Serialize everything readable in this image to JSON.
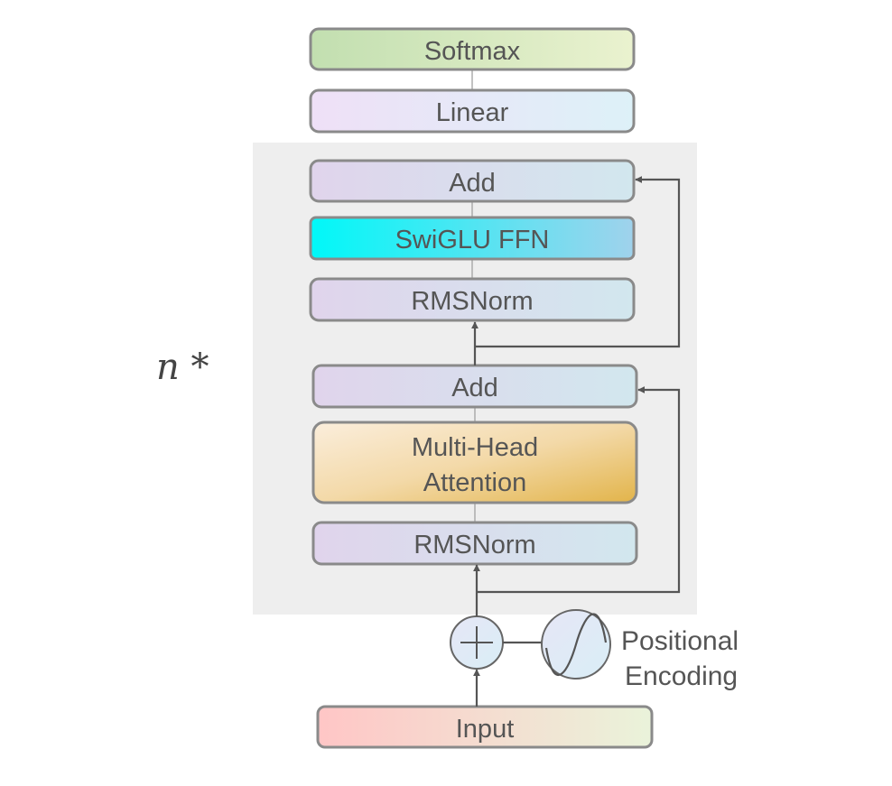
{
  "diagram": {
    "repeat_label": "n *",
    "blocks": {
      "softmax": "Softmax",
      "linear": "Linear",
      "add_top": "Add",
      "swiglu": "SwiGLU FFN",
      "rmsnorm_top": "RMSNorm",
      "add_bottom": "Add",
      "attention_line1": "Multi-Head",
      "attention_line2": "Attention",
      "rmsnorm_bottom": "RMSNorm",
      "input": "Input"
    },
    "positional_encoding": {
      "line1": "Positional",
      "line2": "Encoding"
    },
    "colors": {
      "layer_background": "#eeeeee",
      "box_border": "#8a8a8a",
      "arrow": "#555555",
      "softmax": [
        "#c2dfb0",
        "#eaf2cf"
      ],
      "linear": [
        "#efe0f7",
        "#ddf1f8"
      ],
      "norm_add": [
        "#e0d4ec",
        "#d2e7ee"
      ],
      "swiglu": [
        "#00f8f8",
        "#a0d2ec"
      ],
      "attention": [
        "#fbeedc",
        "#e2b44a"
      ],
      "input": [
        "#ffc6c6",
        "#eaf3da"
      ]
    }
  }
}
